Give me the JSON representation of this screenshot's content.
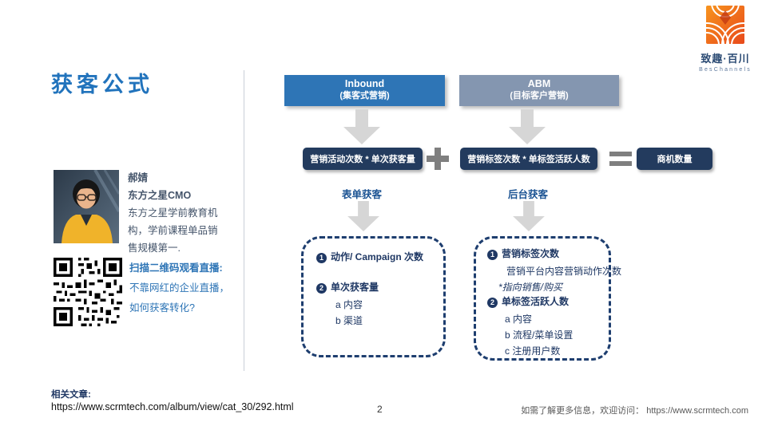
{
  "brand": {
    "logo_text": "致趣·百川",
    "logo_subtext": "BesChannels"
  },
  "title": "获客公式",
  "colors": {
    "title_blue": "#2173BC",
    "inbound_header": "#2E75B6",
    "abm_header": "#8496B0",
    "formula_navy": "#233B5E",
    "dashed_border_navy": "#1E3E6F",
    "operator_gray": "#7F7F7F",
    "arrow_gray": "#D6D6D6",
    "brand_orange": "#EE5A1E",
    "qr_text_blue": "#2E75B6",
    "speaker_text": "#44546A"
  },
  "diagram": {
    "headers": [
      {
        "title": "Inbound",
        "subtitle": "(集客式营销)"
      },
      {
        "title": "ABM",
        "subtitle": "(目标客户营销)"
      }
    ],
    "formula": {
      "left_box": "营销活动次数 * 单次获客量",
      "plus": "+",
      "right_box": "营销标签次数 * 单标签活跃人数",
      "equals": "=",
      "result_box": "商机数量"
    },
    "branch_labels": [
      "表单获客",
      "后台获客"
    ],
    "left_panel": {
      "item1_num": "1",
      "item1": "动作/ Campaign 次数",
      "item2_num": "2",
      "item2": "单次获客量",
      "item2_sub_a": "a 内容",
      "item2_sub_b": "b 渠道"
    },
    "right_panel": {
      "item1_num": "1",
      "item1": "营销标签次数",
      "item1_note": "营销平台内容营销动作次数",
      "item1_note2": "*指向销售/购买",
      "item2_num": "2",
      "item2": "单标签活跃人数",
      "item2_sub_a": "a 内容",
      "item2_sub_b": "b 流程/菜单设置",
      "item2_sub_c": "c 注册用户数"
    }
  },
  "speaker": {
    "name": "郝婧",
    "role": "东方之星CMO",
    "bio": "东方之星学前教育机构，学前课程单品销售规模第一."
  },
  "qr": {
    "line1": "扫描二维码观看直播:",
    "line2": "不靠网红的企业直播，",
    "line3": "如何获客转化?"
  },
  "footer": {
    "related_label": "相关文章:",
    "related_url": "https://www.scrmtech.com/album/view/cat_30/292.html",
    "page_number": "2",
    "more_info": "如需了解更多信息，欢迎访问： https://www.scrmtech.com"
  }
}
